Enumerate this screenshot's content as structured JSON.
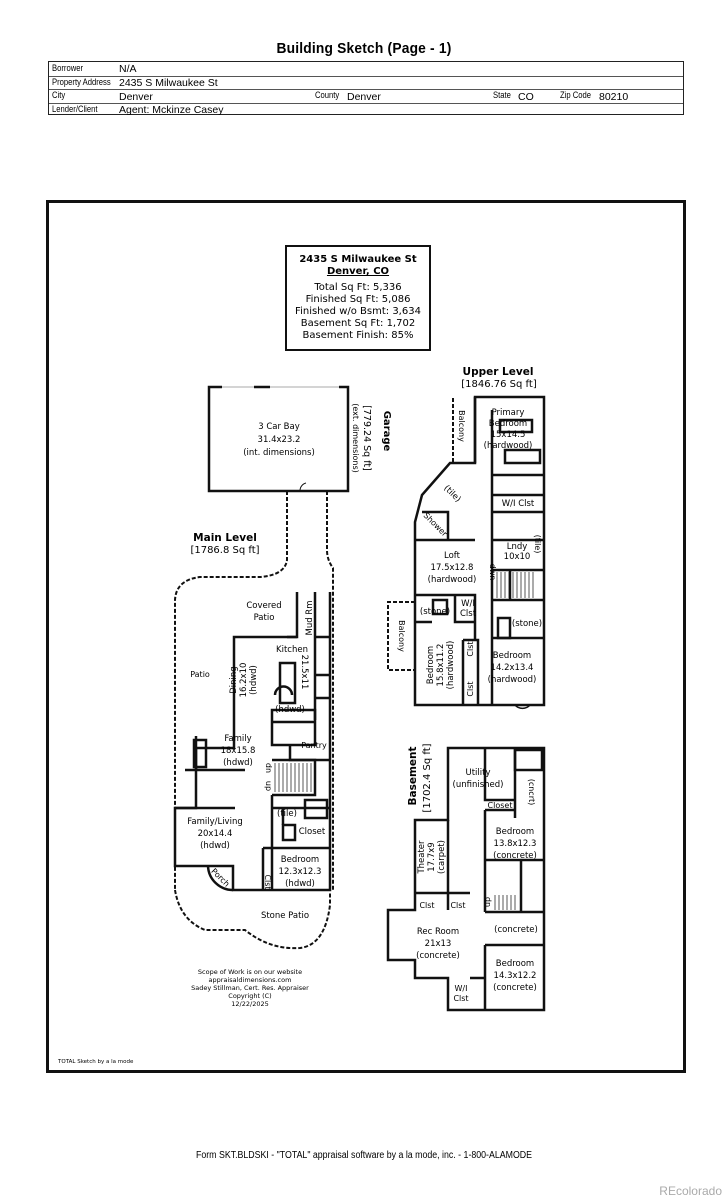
{
  "document": {
    "title": "Building Sketch (Page - 1)",
    "footer": "Form SKT.BLDSKI - \"TOTAL\" appraisal software by a la mode, inc. - 1-800-ALAMODE",
    "watermark": "REcolorado",
    "sketch_by": "TOTAL Sketch by a la mode"
  },
  "info": {
    "borrower_label": "Borrower",
    "borrower": "N/A",
    "address_label": "Property Address",
    "address": "2435 S Milwaukee St",
    "city_label": "City",
    "city": "Denver",
    "county_label": "County",
    "county": "Denver",
    "state_label": "State",
    "state": "CO",
    "zip_label": "Zip Code",
    "zip": "80210",
    "lender_label": "Lender/Client",
    "lender": "Agent: Mckinze Casey"
  },
  "summary": {
    "address": "2435 S Milwaukee St",
    "city": "Denver, CO",
    "lines": [
      "Total Sq Ft: 5,336",
      "Finished Sq Ft: 5,086",
      "Finished w/o Bsmt: 3,634",
      "Basement Sq Ft: 1,702",
      "Basement Finish: 85%"
    ]
  },
  "garage": {
    "title": "Garage",
    "area": "[779.24 Sq ft]",
    "note": "(ext. dimensions)",
    "room": "3 Car Bay",
    "dims": "31.4x23.2",
    "dims_note": "(int. dimensions)"
  },
  "main_level": {
    "title": "Main Level",
    "area": "[1786.8 Sq ft]",
    "rooms": {
      "covered_patio": "Covered\nPatio",
      "mud_rm": "Mud Rm",
      "patio": "Patio",
      "kitchen": "Kitchen",
      "kitchen_dims": "21.5x11",
      "dining": "Dining\n16.2x10\n(hdwd)",
      "kitchen_floor": "(hdwd)",
      "family": "Family\n18x15.8\n(hdwd)",
      "pantry": "Pantry",
      "stair_dn": "dn",
      "stair_up": "up",
      "tile": "(tile)",
      "closet": "Closet",
      "family_living": "Family/Living\n20x14.4\n(hdwd)",
      "bedroom": "Bedroom\n12.3x12.3\n(hdwd)",
      "clst": "Clst",
      "porch": "Porch",
      "stone_patio": "Stone Patio"
    }
  },
  "upper_level": {
    "title": "Upper Level",
    "area": "[1846.76 Sq ft]",
    "rooms": {
      "balcony_top": "Balcony",
      "primary": "Primary\nBedroom\n15x14.5\n(hardwood)",
      "tile": "(tile)",
      "shower": "Shower",
      "wi_clst": "W/I Clst",
      "lndy": "Lndy\n10x10",
      "lndy_floor": "(tile)",
      "loft": "Loft\n17.5x12.8\n(hardwood)",
      "dwn": "dwn",
      "stone_left": "(stone)",
      "wi_clst2": "W/I\nClst",
      "stone_right": "(stone)",
      "balcony_side": "Balcony",
      "bedroom_left": "Bedroom\n15.8x11.2\n(hardwood)",
      "clst": "Clst",
      "bedroom_right": "Bedroom\n14.2x13.4\n(hardwood)"
    }
  },
  "basement": {
    "title": "Basement",
    "area": "[1702.4 Sq ft]",
    "rooms": {
      "utility": "Utility\n(unfinished)",
      "cncrt": "(cncrt)",
      "closet": "Closet",
      "bedroom_top": "Bedroom\n13.8x12.3\n(concrete)",
      "theater": "Theater\n17.7x9\n(carpet)",
      "clst": "Clst",
      "up": "up",
      "concrete_bath": "(concrete)",
      "rec_room": "Rec Room\n21x13\n(concrete)",
      "bedroom_bottom": "Bedroom\n14.3x12.2\n(concrete)",
      "wi_clst": "W/I\nClst"
    }
  },
  "credits": [
    "Scope of Work is on our website",
    "appraisaldimensions.com",
    "Sadey Stillman, Cert. Res. Appraiser",
    "Copyright (C)",
    "12/22/2025"
  ]
}
